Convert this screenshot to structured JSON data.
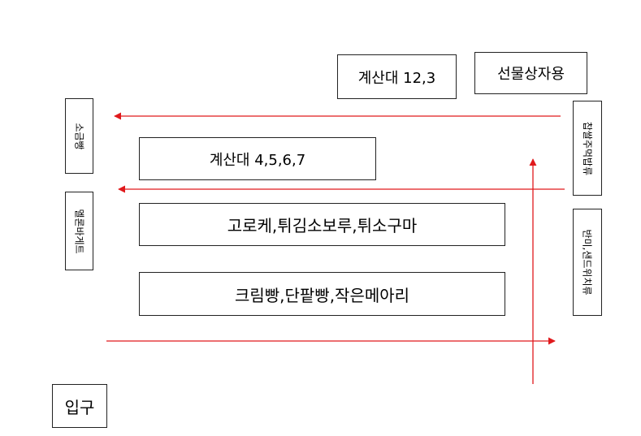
{
  "labels": {
    "counter_12_3": "계산대 12,3",
    "gift_set": "선물상자용",
    "counter_4567": "계산대 4,5,6,7",
    "shelf_croquette": "고로케,튀김소보루,튀소구마",
    "shelf_cream": "크림빵,단팥빵,작은메아리",
    "entrance": "입구",
    "left_top": "소금빵",
    "left_mid": "멜론바게트",
    "right_top": "찹쌀주먹밥류",
    "right_mid": "반미,샌드위치류"
  },
  "colors": {
    "arrow": "#e0191c",
    "border": "#222222"
  }
}
